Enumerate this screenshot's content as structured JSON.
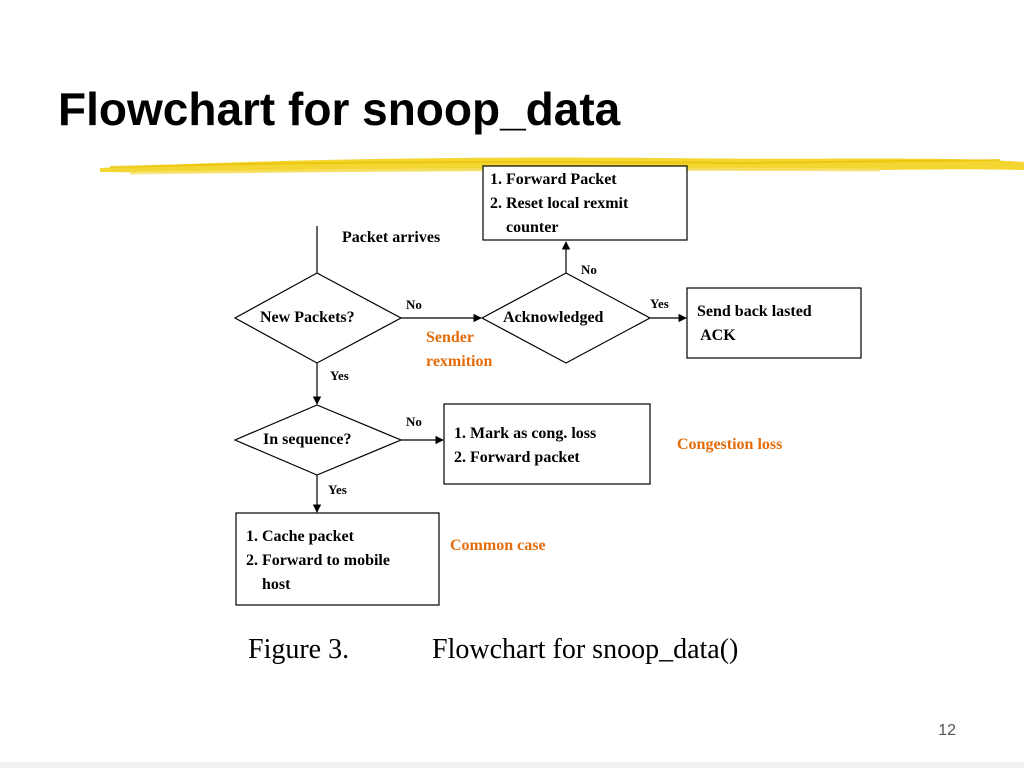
{
  "title": "Flowchart for snoop_data",
  "colors": {
    "accent": "#e46c0a",
    "highlight": "#f2d21b",
    "line": "#000000"
  },
  "nodes": {
    "packet_arrives": "Packet arrives",
    "new_packets": "New Packets?",
    "acknowledged": "Acknowledged",
    "in_sequence": "In sequence?",
    "forward_reset": "1. Forward Packet\n2. Reset local rexmit\n    counter",
    "send_back_ack": "Send back lasted\n ACK",
    "mark_cong_loss": "1. Mark as cong. loss\n2. Forward packet",
    "cache_forward": "1. Cache packet\n2. Forward to mobile\n    host"
  },
  "edge_labels": {
    "new_packets_no": "No",
    "new_packets_yes": "Yes",
    "ack_no": "No",
    "ack_yes": "Yes",
    "in_sequence_no": "No",
    "in_sequence_yes": "Yes"
  },
  "annotations": {
    "sender_rexmition": "Sender\nrexmition",
    "congestion_loss": "Congestion loss",
    "common_case": "Common case"
  },
  "caption": {
    "figure": "Figure 3.",
    "text": "Flowchart for snoop_data()"
  },
  "page_number": "12"
}
